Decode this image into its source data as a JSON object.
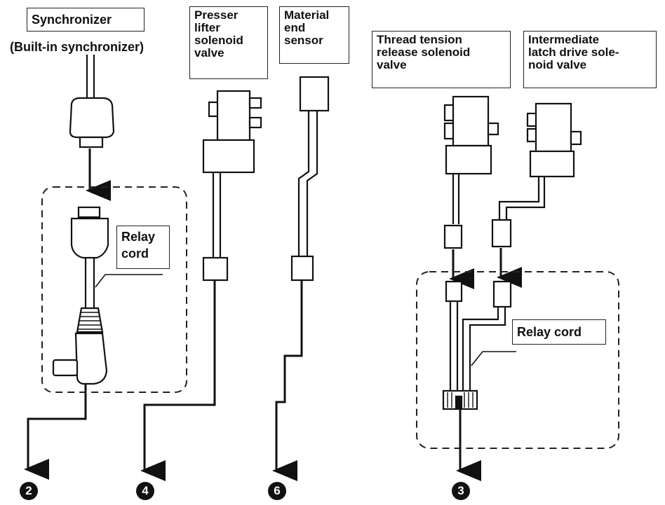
{
  "labels": {
    "synchronizer": "Synchronizer",
    "builtin_sync": "(Built-in synchronizer)",
    "presser": [
      "Presser",
      "lifter",
      "solenoid",
      "valve"
    ],
    "material": [
      "Material",
      "end",
      "sensor"
    ],
    "thread_tension": [
      "Thread tension",
      "release solenoid",
      "valve"
    ],
    "intermediate": [
      "Intermediate",
      "latch drive sole-",
      "noid valve"
    ],
    "relay_cord_left": [
      "Relay",
      "cord"
    ],
    "relay_cord_right": "Relay cord"
  },
  "numbers": {
    "n1": "2",
    "n2": "4",
    "n3": "6",
    "n4": "3"
  },
  "colors": {
    "line": "#111111",
    "numbers_bg": "#111111"
  }
}
